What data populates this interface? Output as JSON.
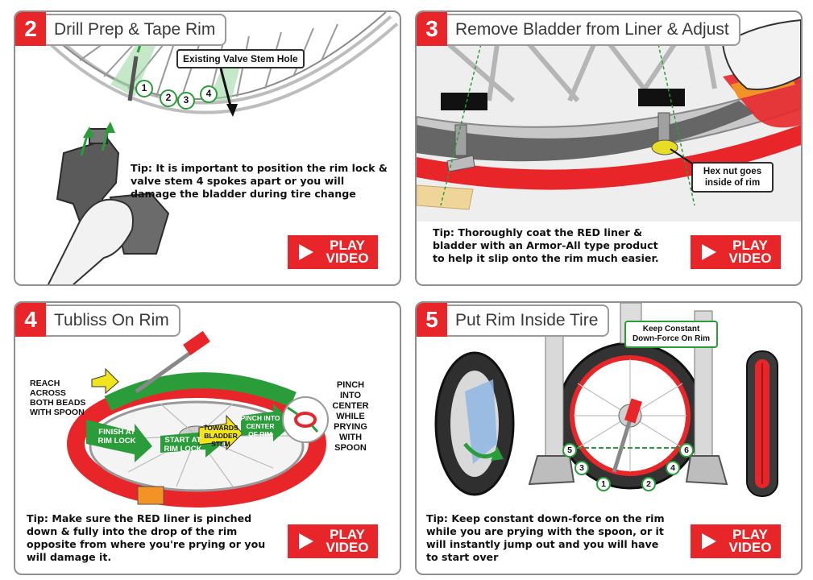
{
  "colors": {
    "accent": "#e8262a",
    "border": "#8f8f8f",
    "green": "#2a9d3a",
    "text": "#111111"
  },
  "button_icon": "play-triangle-icon",
  "panels": [
    {
      "step": "2",
      "title": "Drill Prep & Tape Rim",
      "tip": [
        "Tip: It is important to position the rim lock &",
        "valve stem 4 spokes apart or you will",
        "damage the bladder during tire change"
      ],
      "callout": "Existing Valve Stem Hole",
      "spoke_numbers": [
        "1",
        "2",
        "3",
        "4"
      ],
      "button": [
        "PLAY",
        "VIDEO"
      ]
    },
    {
      "step": "3",
      "title": "Remove Bladder from Liner & Adjust",
      "tip": [
        "Tip: Thoroughly coat the RED liner &",
        "bladder with an Armor-All type product",
        "to help it slip onto the rim much easier."
      ],
      "callout": [
        "Hex nut goes",
        "inside of rim"
      ],
      "button": [
        "PLAY",
        "VIDEO"
      ]
    },
    {
      "step": "4",
      "title": "Tubliss On Rim",
      "tip": [
        "Tip: Make sure the RED liner is pinched",
        "down & fully into the drop of the rim",
        "opposite from where you're prying or you",
        "will damage it."
      ],
      "label_reach": [
        "REACH ACROSS",
        "BOTH BEADS",
        "WITH SPOON"
      ],
      "label_pinch": [
        "PINCH",
        "INTO",
        "CENTER",
        "WHILE",
        "PRYING",
        "WITH",
        "SPOON"
      ],
      "arrow_labels": [
        [
          "FINISH AT",
          "RIM LOCK"
        ],
        [
          "START AT",
          "RIM LOCK"
        ],
        [
          "TOWARDS",
          "BLADDER",
          "STEM"
        ],
        [
          "PINCH INTO",
          "CENTER",
          "OF RIM"
        ]
      ],
      "button": [
        "PLAY",
        "VIDEO"
      ]
    },
    {
      "step": "5",
      "title": "Put Rim Inside Tire",
      "tip": [
        "Tip: Keep constant down-force on the rim",
        "while you are prying with the spoon, or it",
        "will instantly jump out and you will have",
        "to start over"
      ],
      "callout": [
        "Keep Constant",
        "Down-Force On Rim"
      ],
      "tire_numbers": [
        "5",
        "3",
        "1",
        "2",
        "4",
        "6"
      ],
      "button": [
        "PLAY",
        "VIDEO"
      ]
    }
  ]
}
